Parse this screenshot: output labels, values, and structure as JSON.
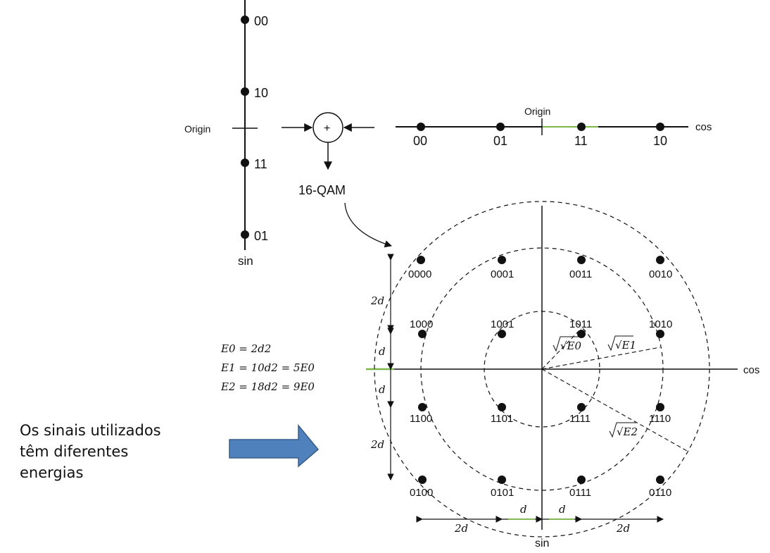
{
  "sin_axis": {
    "points": [
      "00",
      "10",
      "11",
      "01"
    ],
    "origin_label": "Origin",
    "axis_label": "sin"
  },
  "cos_axis": {
    "points": [
      "00",
      "01",
      "11",
      "10"
    ],
    "origin_label": "Origin",
    "axis_label": "cos"
  },
  "adder": {
    "symbol": "+",
    "output_label": "16-QAM"
  },
  "constellation": {
    "row1": [
      "0000",
      "0001",
      "0011",
      "0010"
    ],
    "row2": [
      "1000",
      "1001",
      "1011",
      "1010"
    ],
    "row3": [
      "1100",
      "1101",
      "1111",
      "1110"
    ],
    "row4": [
      "0100",
      "0101",
      "0111",
      "0110"
    ],
    "cos_label": "cos",
    "sin_label": "sin",
    "radius_labels": [
      "√E0",
      "√E1",
      "√E2"
    ],
    "spacing_labels": [
      "2d",
      "d",
      "d",
      "2d",
      "2d",
      "d",
      "d",
      "2d"
    ]
  },
  "energy_equations": [
    "E0 = 2d2",
    "E1 = 10d2 = 5E0",
    "E2 = 18d2 = 9E0"
  ],
  "caption": {
    "line1": "Os sinais utilizados",
    "line2": "têm diferentes",
    "line3": "energias"
  },
  "colors": {
    "arrow_fill": "#4f81bd",
    "arrow_stroke": "#385d8a",
    "highlight_line": "#7ab648"
  }
}
